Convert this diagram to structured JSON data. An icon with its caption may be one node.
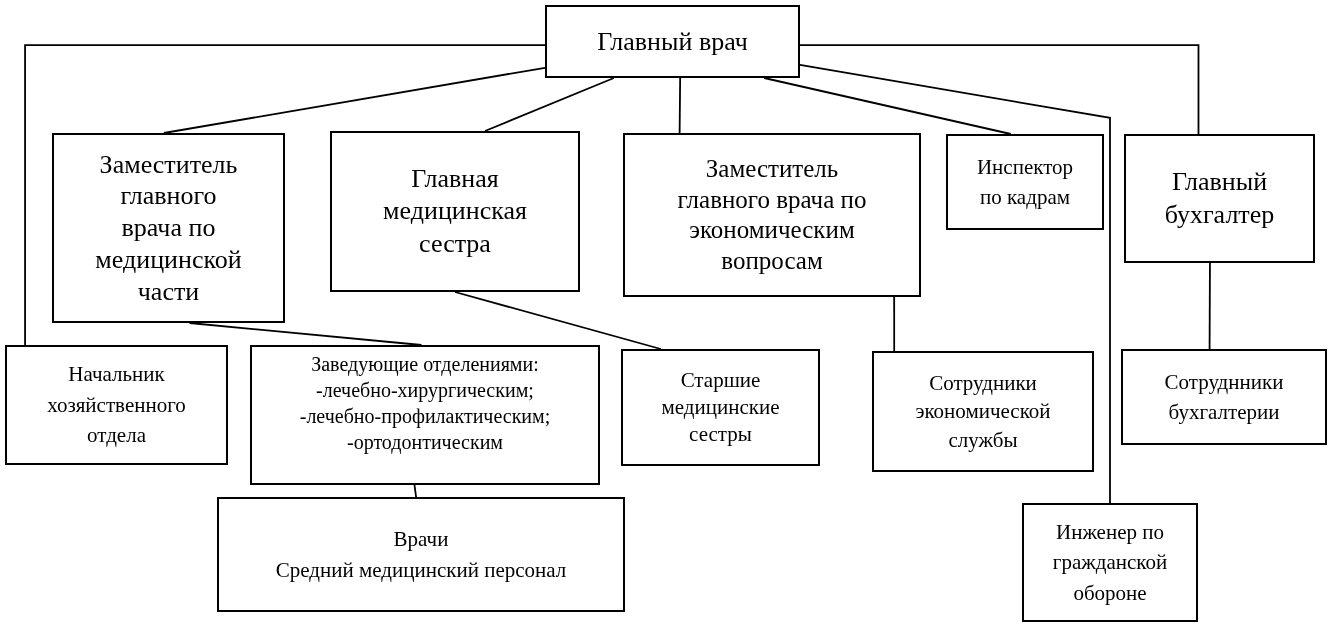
{
  "diagram": {
    "nodes": [
      {
        "text": [
          "Главный врач"
        ]
      },
      {
        "text": [
          "Заместитель главного врача по медицинской части"
        ]
      },
      {
        "text": [
          "Главная медицинская сестра"
        ]
      },
      {
        "text": [
          "Заместитель главного врача по экономическим вопросам"
        ]
      },
      {
        "text": [
          "Инспектор по кадрам"
        ]
      },
      {
        "text": [
          "Главный бухгалтер"
        ]
      },
      {
        "text": [
          "Начальник хозяйственного отдела"
        ]
      },
      {
        "text": [
          "Заведующие отделениями:",
          "-лечебно-хирургическим;",
          "-лечебно-профилактическим;",
          "-ортодонтическим"
        ]
      },
      {
        "text": [
          "Старшие медицинские сестры"
        ]
      },
      {
        "text": [
          "Сотрудники экономической службы"
        ]
      },
      {
        "text": [
          "Сотруднники бухгалтерии"
        ]
      },
      {
        "text": [
          "Врачи",
          "Средний медицинский персонал"
        ]
      },
      {
        "text": [
          "Инженер по гражданской обороне"
        ]
      }
    ],
    "edges": [
      {
        "from": 0,
        "to": 1,
        "arrow": "none"
      },
      {
        "from": 0,
        "to": 2,
        "arrow": "none"
      },
      {
        "from": 0,
        "to": 3,
        "arrow": "none"
      },
      {
        "from": 0,
        "to": 4,
        "arrow": "none"
      },
      {
        "from": 0,
        "to": 5,
        "arrow": "none"
      },
      {
        "from": 0,
        "to": 6,
        "arrow": "none"
      },
      {
        "from": 0,
        "to": 12,
        "arrow": "none"
      },
      {
        "from": 1,
        "to": 7,
        "arrow": "none"
      },
      {
        "from": 2,
        "to": 8,
        "arrow": "none"
      },
      {
        "from": 3,
        "to": 9,
        "arrow": "none"
      },
      {
        "from": 5,
        "to": 10,
        "arrow": "none"
      },
      {
        "from": 7,
        "to": 11,
        "arrow": "none"
      }
    ]
  }
}
